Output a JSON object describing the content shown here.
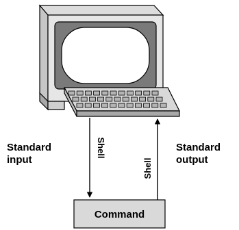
{
  "diagram": {
    "left_label_line1": "Standard",
    "left_label_line2": "input",
    "right_label_line1": "Standard",
    "right_label_line2": "output",
    "left_arrow_label": "Shell",
    "right_arrow_label": "Shell",
    "command_label": "Command"
  },
  "colors": {
    "monitor_light": "#dcdcdc",
    "monitor_mid": "#c6c6c6",
    "monitor_dark": "#a8a8a8",
    "screen_bezel": "#7a7a7a",
    "screen": "#ffffff",
    "keyboard": "#d8d8d8",
    "key": "#b4b4b4",
    "command_box": "#d9d9d9",
    "line": "#000000"
  },
  "icons": {
    "computer": "computer-terminal-icon"
  }
}
